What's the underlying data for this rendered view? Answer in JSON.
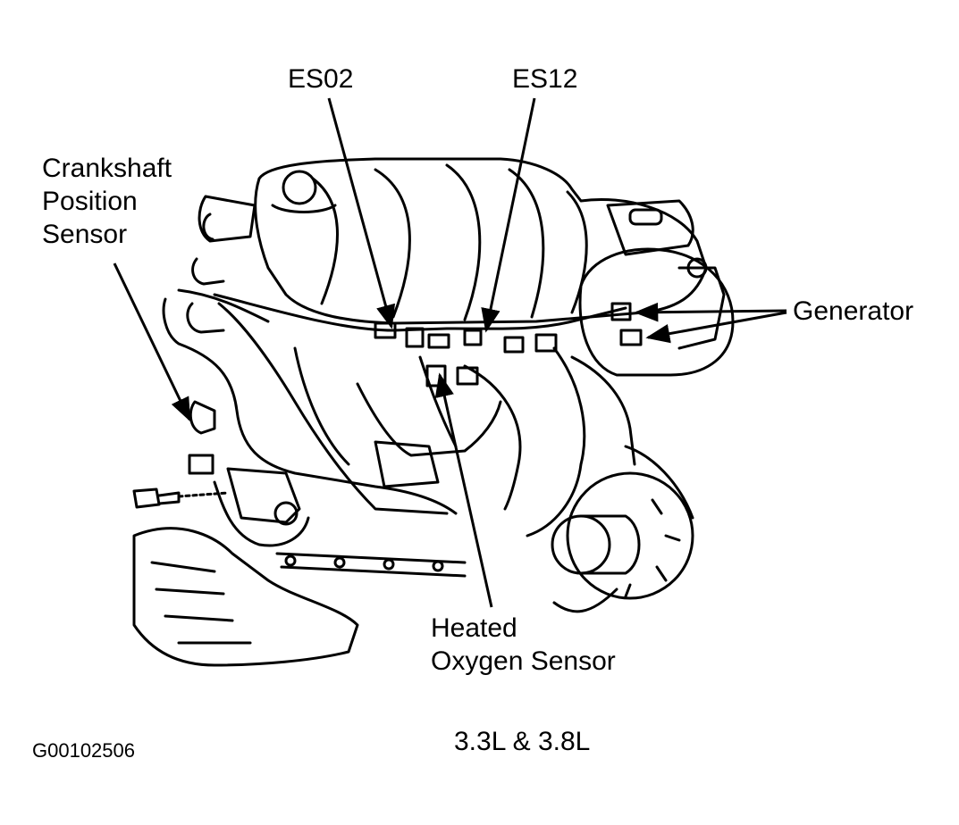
{
  "labels": {
    "es02": "ES02",
    "es12": "ES12",
    "crankshaft_line1": "Crankshaft",
    "crankshaft_line2": "Position",
    "crankshaft_line3": "Sensor",
    "generator": "Generator",
    "heated_line1": "Heated",
    "heated_line2": "Oxygen Sensor",
    "engine_size": "3.3L & 3.8L",
    "figure_id": "G00102506"
  },
  "colors": {
    "line": "#000000",
    "background": "#ffffff"
  }
}
